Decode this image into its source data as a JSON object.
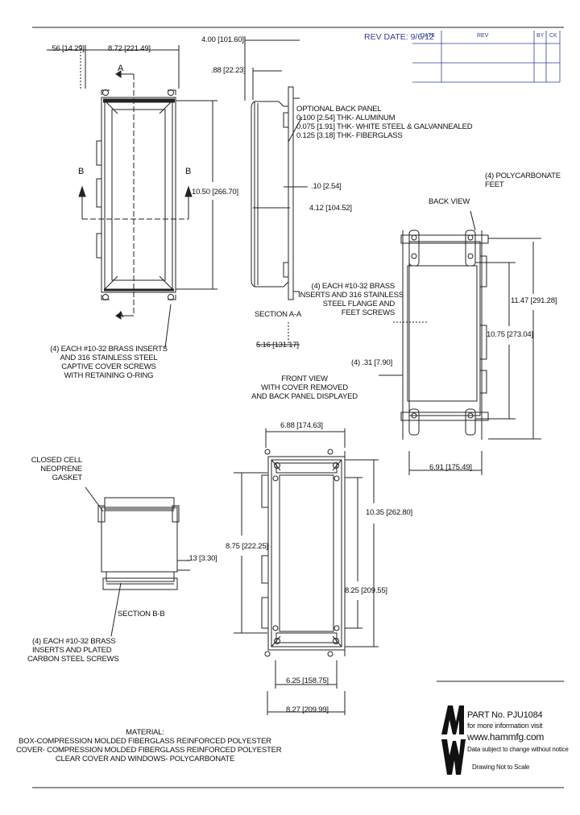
{
  "revision": {
    "label": "REV DATE: 9/6/12",
    "col_a": "DATE",
    "col_b": "REV",
    "col_c": "BY",
    "col_d": "CK"
  },
  "dimensions": {
    "d_056": ".56 [14.29]",
    "d_872": "8.72 [221.49]",
    "d_400": "4.00 [101.60]",
    "d_088": ".88 [22.23]",
    "d_1050": "10.50 [266.70]",
    "d_010": ".10 [2.54]",
    "d_412": "4.12 [104.52]",
    "d_516": "5.16 [131.17]",
    "d_1147": "11.47 [291.28]",
    "d_1075": "10.75 [273.04]",
    "d_031": "(4) .31 [7.90]",
    "d_691": "6.91 [175.49]",
    "d_688": "6.88 [174.63]",
    "d_1035": "10.35 [262.80]",
    "d_875": "8.75 [222.25]",
    "d_825": "8.25 [209.55]",
    "d_013": ".13 [3.30]",
    "d_625": "6.25 [158.75]",
    "d_827": "8.27 [209.99]"
  },
  "labels": {
    "a_top": "A",
    "a_bot": "A",
    "b_left": "B",
    "b_right": "B",
    "optional_back_panel": [
      "OPTIONAL BACK PANEL",
      "0.100 [2.54] THK- ALUMINUM",
      "0.075 [1.91] THK- WHITE STEEL & GALVANNEALED",
      "0.125 [3.18] THK- FIBERGLASS"
    ],
    "polycarbonate_feet": [
      "(4) POLYCARBONATE",
      "FEET"
    ],
    "back_view": "BACK VIEW",
    "brass_inserts_flange": [
      "(4) EACH #10-32 BRASS",
      "INSERTS AND 316 STAINLESS",
      "STEEL FLANGE AND",
      "FEET SCREWS"
    ],
    "section_aa": "SECTION A-A",
    "brass_inserts_cover": [
      "(4) EACH #10-32 BRASS INSERTS",
      "AND 316 STAINLESS STEEL",
      "CAPTIVE COVER SCREWS",
      "WITH RETAINING O-RING"
    ],
    "front_view": [
      "FRONT VIEW",
      "WITH COVER REMOVED",
      "AND BACK PANEL DISPLAYED"
    ],
    "closed_cell": [
      "CLOSED CELL",
      "NEOPRENE",
      "GASKET"
    ],
    "section_bb": "SECTION B-B",
    "brass_inserts_carbon": [
      "(4) EACH #10-32 BRASS",
      "INSERTS AND PLATED",
      "CARBON STEEL SCREWS"
    ],
    "material": [
      "MATERIAL:",
      "BOX-COMPRESSION MOLDED FIBERGLASS REINFORCED POLYESTER",
      "COVER- COMPRESSION MOLDED FIBERGLASS REINFORCED POLYESTER",
      "CLEAR COVER AND WINDOWS- POLYCARBONATE"
    ]
  },
  "part": {
    "part_no": "PART No. PJU1084",
    "more_info": "for more information visit",
    "url": "www.hammfg.com",
    "subject": "Data subject to change without notice",
    "drawing": "Drawing Not to Scale"
  }
}
